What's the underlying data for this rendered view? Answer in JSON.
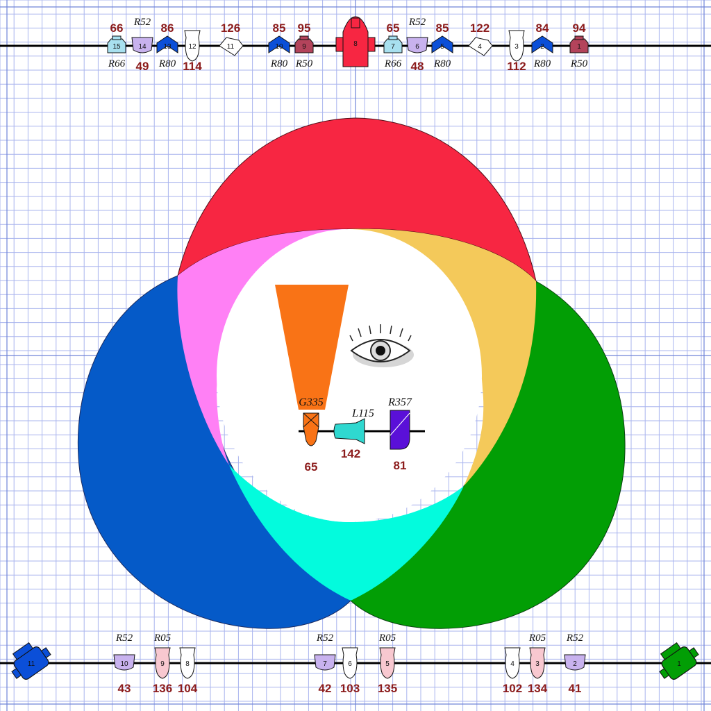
{
  "colors": {
    "red": "#f72642",
    "green": "#029e05",
    "blue": "#055ac8",
    "magenta": "#ff80f5",
    "yellow": "#f4c95a",
    "cyan": "#03fbdd",
    "white": "#ffffff",
    "grid": "#a9b4ee",
    "grid_major": "#6f84d8",
    "label_red": "#8c1c1c"
  },
  "top_pipe": {
    "units": [
      {
        "n": "15",
        "kind": "fresnel",
        "fill": "#a8e0ef",
        "dim": "66",
        "gel": "R66"
      },
      {
        "n": "14",
        "kind": "wash",
        "fill": "#c8b2ee",
        "dim": "49",
        "gel": "R52"
      },
      {
        "n": "13",
        "kind": "par",
        "fill": "#0b4fd8",
        "dim": "86",
        "gel": "R80"
      },
      {
        "n": "12",
        "kind": "ellip",
        "fill": "#ffffff",
        "dim": "114",
        "gel": ""
      },
      {
        "n": "11",
        "kind": "diamond",
        "fill": "#ffffff",
        "dim": "126",
        "gel": ""
      },
      {
        "n": "10",
        "kind": "par",
        "fill": "#0b4fd8",
        "dim": "85",
        "gel": "R80"
      },
      {
        "n": "9",
        "kind": "fresnel",
        "fill": "#b3435b",
        "dim": "95",
        "gel": "R50"
      },
      {
        "n": "8",
        "kind": "big",
        "fill": "#f72642",
        "dim": "",
        "gel": ""
      },
      {
        "n": "7",
        "kind": "fresnel",
        "fill": "#a8e0ef",
        "dim": "65",
        "gel": "R66"
      },
      {
        "n": "6",
        "kind": "wash",
        "fill": "#c8b2ee",
        "dim": "48",
        "gel": "R52"
      },
      {
        "n": "5",
        "kind": "par",
        "fill": "#0b4fd8",
        "dim": "85",
        "gel": "R80"
      },
      {
        "n": "4",
        "kind": "diamond",
        "fill": "#ffffff",
        "dim": "122",
        "gel": ""
      },
      {
        "n": "3",
        "kind": "ellip",
        "fill": "#ffffff",
        "dim": "112",
        "gel": ""
      },
      {
        "n": "2",
        "kind": "par",
        "fill": "#0b4fd8",
        "dim": "84",
        "gel": "R80"
      },
      {
        "n": "1",
        "kind": "fresnel",
        "fill": "#b3435b",
        "dim": "94",
        "gel": "R50"
      }
    ]
  },
  "bottom_pipe": {
    "units": [
      {
        "n": "11",
        "kind": "mover",
        "fill": "#0b4fd8",
        "dim": "",
        "gel": ""
      },
      {
        "n": "10",
        "kind": "wash",
        "fill": "#c8b2ee",
        "dim": "43",
        "gel": "R52"
      },
      {
        "n": "9",
        "kind": "ellip",
        "fill": "#f8c8d0",
        "dim": "136",
        "gel": "R05"
      },
      {
        "n": "8",
        "kind": "ellip",
        "fill": "#ffffff",
        "dim": "104",
        "gel": ""
      },
      {
        "n": "7",
        "kind": "wash",
        "fill": "#c8b2ee",
        "dim": "42",
        "gel": "R52"
      },
      {
        "n": "6",
        "kind": "ellip",
        "fill": "#ffffff",
        "dim": "103",
        "gel": ""
      },
      {
        "n": "5",
        "kind": "ellip",
        "fill": "#f8c8d0",
        "dim": "135",
        "gel": "R05"
      },
      {
        "n": "4",
        "kind": "ellip",
        "fill": "#ffffff",
        "dim": "102",
        "gel": ""
      },
      {
        "n": "3",
        "kind": "ellip",
        "fill": "#f8c8d0",
        "dim": "134",
        "gel": "R05"
      },
      {
        "n": "2",
        "kind": "wash",
        "fill": "#c8b2ee",
        "dim": "41",
        "gel": "R52"
      },
      {
        "n": "1",
        "kind": "mover",
        "fill": "#029e05",
        "dim": "",
        "gel": ""
      }
    ]
  },
  "center_pipe": {
    "units": [
      {
        "kind": "ellip",
        "fill": "#f97316",
        "dim": "65",
        "gel": "G335"
      },
      {
        "kind": "fresnel-side",
        "fill": "#2fd8d0",
        "dim": "142",
        "gel": "L115"
      },
      {
        "kind": "scoop",
        "fill": "#5a10d8",
        "dim": "81",
        "gel": "R357"
      }
    ],
    "beam_color": "#f97316",
    "eye_icon": "eye-icon"
  }
}
